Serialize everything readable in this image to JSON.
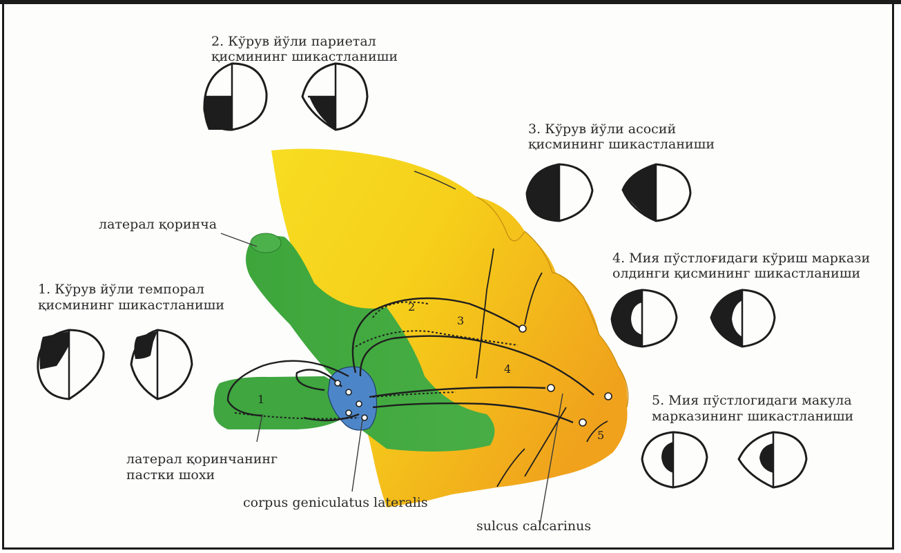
{
  "labels": {
    "lateral_ventricle": "латерал қоринча",
    "lateral_ventricle_inferior_horn_line1": "латерал қоринчанинг",
    "lateral_ventricle_inferior_horn_line2": "пастки шохи",
    "corpus_geniculatus": "corpus geniculatus lateralis",
    "sulcus_calcarinus": "sulcus calcarinus",
    "tract_numbers": [
      "1",
      "2",
      "3",
      "4",
      "5"
    ]
  },
  "lesions": [
    {
      "id": 1,
      "line1": "1. Кўрув йўли темпорал",
      "line2": "қисмининг шикастланиши"
    },
    {
      "id": 2,
      "line1": "2. Кўрув йўли париетал",
      "line2": "қисмининг шикастланиши"
    },
    {
      "id": 3,
      "line1": "3. Кўрув йўли асосий",
      "line2": "қисмининг шикастланиши"
    },
    {
      "id": 4,
      "line1": "4. Мия пўстлоғидаги кўриш маркази",
      "line2": "олдинги қисмининг шикастланиши"
    },
    {
      "id": 5,
      "line1": "5. Мия пўстлогидаги макула",
      "line2": "марказининг шикастланиши"
    }
  ],
  "colors": {
    "cortex_yellow": "#f6d21a",
    "cortex_orange": "#f0a21c",
    "ventricle_green": "#3fa640",
    "geniculate_blue": "#4d86c8",
    "ink": "#1d1d1d"
  }
}
